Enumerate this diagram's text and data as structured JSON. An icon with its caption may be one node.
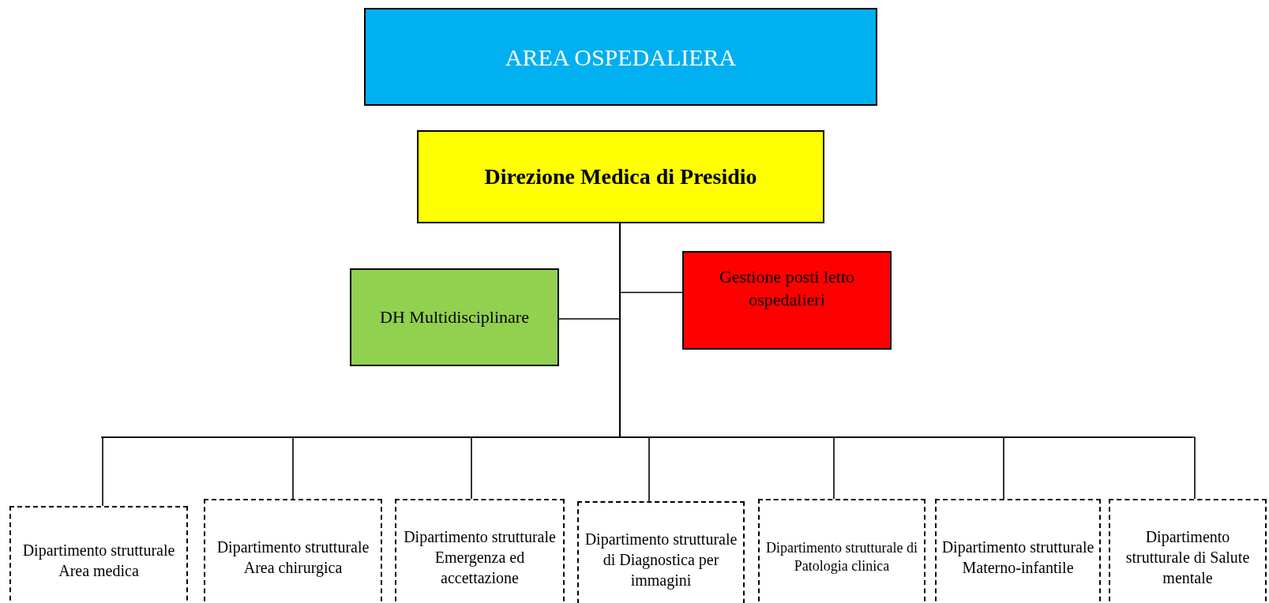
{
  "diagram": {
    "nodes": [
      {
        "text": [
          "AREA OSPEDALIERA"
        ]
      },
      {
        "text": [
          "Direzione Medica di Presidio"
        ]
      },
      {
        "text": [
          "DH Multidisciplinare"
        ]
      },
      {
        "text": [
          "Gestione posti letto ospedalieri"
        ]
      },
      {
        "text": [
          "Dipartimento strutturale Area medica"
        ]
      },
      {
        "text": [
          "Dipartimento strutturale Area chirurgica"
        ]
      },
      {
        "text": [
          "Dipartimento strutturale Emergenza ed accettazione"
        ]
      },
      {
        "text": [
          "Dipartimento strutturale di Diagnostica per immagini"
        ]
      },
      {
        "text": [
          "Dipartimento strutturale di Patologia clinica"
        ]
      },
      {
        "text": [
          "Dipartimento strutturale Materno-infantile"
        ]
      },
      {
        "text": [
          "Dipartimento strutturale di Salute mentale"
        ]
      }
    ],
    "edges": [
      {
        "from": 1,
        "to": 2,
        "arrow": "none"
      },
      {
        "from": 1,
        "to": 3,
        "arrow": "none"
      },
      {
        "from": 1,
        "to": 4,
        "arrow": "none"
      },
      {
        "from": 1,
        "to": 5,
        "arrow": "none"
      },
      {
        "from": 1,
        "to": 6,
        "arrow": "none"
      },
      {
        "from": 1,
        "to": 7,
        "arrow": "none"
      },
      {
        "from": 1,
        "to": 8,
        "arrow": "none"
      },
      {
        "from": 1,
        "to": 9,
        "arrow": "none"
      },
      {
        "from": 1,
        "to": 10,
        "arrow": "none"
      }
    ]
  }
}
